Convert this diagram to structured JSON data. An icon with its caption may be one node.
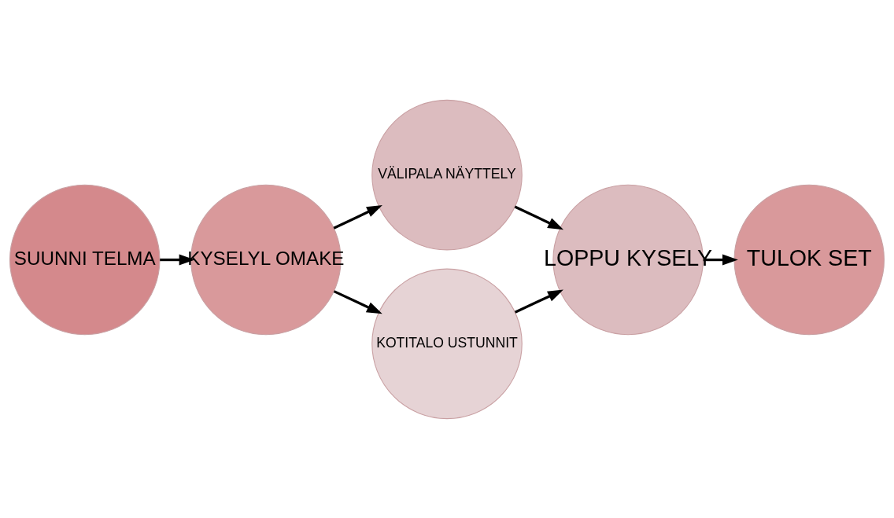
{
  "diagram": {
    "nodes": [
      {
        "text": [
          "SUUNNI TELMA"
        ]
      },
      {
        "text": [
          "KYSELYL OMAKE"
        ]
      },
      {
        "text": [
          "VÄLIPALA NÄYTTELY"
        ]
      },
      {
        "text": [
          "KOTITALO USTUNNIT"
        ]
      },
      {
        "text": [
          "LOPPU KYSELY"
        ]
      },
      {
        "text": [
          "TULOK SET"
        ]
      }
    ],
    "edges": [
      {
        "from": 0,
        "to": 1,
        "arrow": "to"
      },
      {
        "from": 1,
        "to": 2,
        "arrow": "to"
      },
      {
        "from": 1,
        "to": 3,
        "arrow": "to"
      },
      {
        "from": 2,
        "to": 4,
        "arrow": "to"
      },
      {
        "from": 3,
        "to": 4,
        "arrow": "to"
      },
      {
        "from": 4,
        "to": 5,
        "arrow": "to"
      }
    ]
  }
}
